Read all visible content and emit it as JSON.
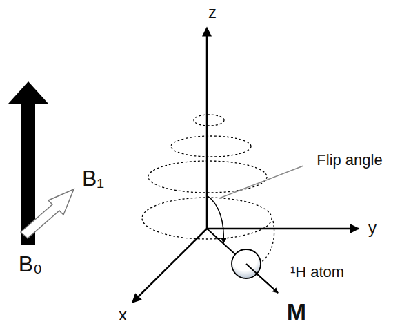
{
  "diagram": {
    "labels": [
      "z",
      "y",
      "x",
      "B₁",
      "B₀",
      "Flip angle",
      "¹H atom",
      "M"
    ]
  }
}
